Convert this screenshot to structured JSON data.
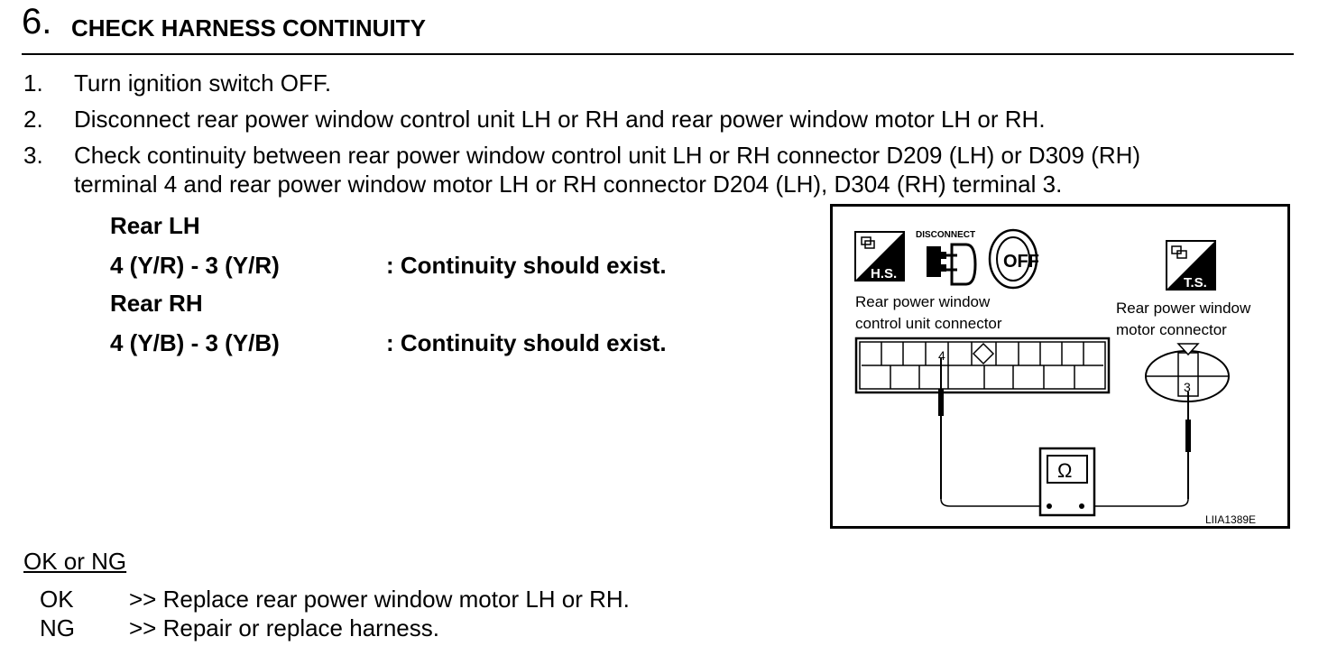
{
  "step": {
    "number": "6.",
    "title": "CHECK HARNESS CONTINUITY"
  },
  "procedure": [
    {
      "num": "1.",
      "text": "Turn ignition switch OFF."
    },
    {
      "num": "2.",
      "text": "Disconnect rear power window control unit LH or RH and rear power window motor LH or RH."
    },
    {
      "num": "3.",
      "line1": "Check continuity between rear power window control unit LH or RH connector D209 (LH) or D309 (RH)",
      "line2": "terminal 4 and rear power window motor LH or RH connector D204 (LH), D304 (RH) terminal 3."
    }
  ],
  "specs": [
    {
      "heading": "Rear LH",
      "terminals": "4 (Y/R) - 3 (Y/R)",
      "result": ": Continuity should exist."
    },
    {
      "heading": "Rear RH",
      "terminals": "4 (Y/B) - 3 (Y/B)",
      "result": ": Continuity should exist."
    }
  ],
  "diagram": {
    "hs_badge": "H.S.",
    "disconnect_label": "DISCONNECT",
    "off_label": "OFF",
    "ts_badge": "T.S.",
    "left_connector_line1": "Rear power window",
    "left_connector_line2": "control unit connector",
    "right_connector_line1": "Rear power window",
    "right_connector_line2": "motor connector",
    "terminal_left": "4",
    "terminal_right": "3",
    "meter_symbol": "Ω",
    "figure_code": "LIIA1389E"
  },
  "judgement": {
    "heading": "OK or NG",
    "results": [
      {
        "code": "OK",
        "text": ">> Replace rear power window motor LH or RH."
      },
      {
        "code": "NG",
        "text": ">> Repair or replace harness."
      }
    ]
  }
}
